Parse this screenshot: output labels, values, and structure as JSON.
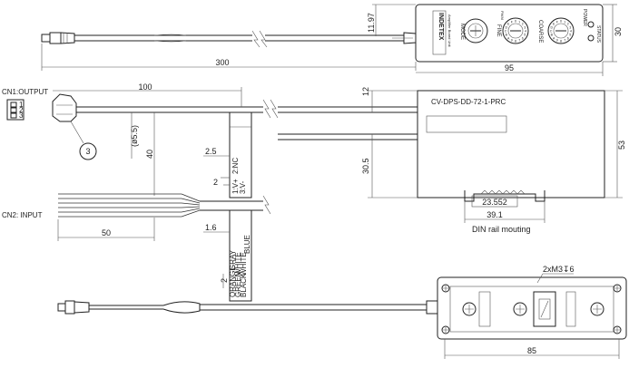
{
  "connectors": {
    "output_label": "CN1:OUTPUT",
    "input_label": "CN2: INPUT",
    "pins": [
      "1",
      "2",
      "3"
    ],
    "callout": "3"
  },
  "top_view": {
    "brand": "INDETEX",
    "subtitle": "Amplifier Board Unit",
    "knobs": [
      "MODE",
      "FINE",
      "COARSE"
    ],
    "knob_subtitles": [
      "",
      "PWM",
      ""
    ],
    "dial_chars": "0123456789ABCDEF",
    "leds": [
      "POWER",
      "STATUS"
    ]
  },
  "side_view": {
    "model": "CV-DPS-DD-72-1-PRC",
    "din_note": "DIN rail mouting"
  },
  "wire_labels": {
    "out_pins": [
      "1:V+",
      "2:NC",
      "3:V-"
    ],
    "in_pins": [
      "ORANGE",
      "GRAY",
      "GREEN",
      "WHITE",
      "BLACK",
      "WHITE",
      "BLUE"
    ]
  },
  "bottom_view": {
    "hole_note": "2xM3↧6"
  },
  "dimensions": {
    "top_length": "300",
    "top_width": "95",
    "top_height": "30",
    "top_offset": "11.97",
    "cable_length": "100",
    "diameter": "(ø5.5)",
    "lead_40": "40",
    "lead_50": "50",
    "gap_2_5": "2.5",
    "gap_1_6": "1.6",
    "gap_2_a": "2",
    "gap_2_b": "2",
    "side_height": "53",
    "side_offset_12": "12",
    "side_30_5": "30.5",
    "din_width": "23.552",
    "din_span": "39.1",
    "bottom_width": "85"
  }
}
